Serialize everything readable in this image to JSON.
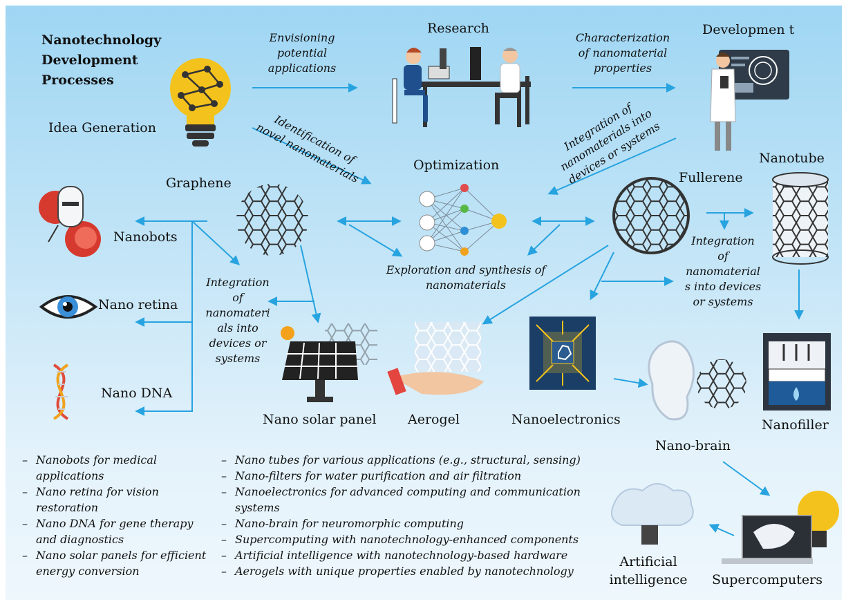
{
  "title": [
    "Nanotechnology",
    "Development",
    "Processes"
  ],
  "stages": {
    "idea": "Idea Generation",
    "research": "Research",
    "development": "Developmen t",
    "optimization": "Optimization"
  },
  "arrow_labels": {
    "envisioning": [
      "Envisioning",
      "potential",
      "applications"
    ],
    "characterization": [
      "Characterization",
      "of nanomaterial",
      "properties"
    ],
    "identification": [
      "Identification of",
      "novel nanomaterials"
    ],
    "integration_top": [
      "Integration of",
      "nanomaterials into",
      "devices or systems"
    ],
    "exploration": [
      "Exploration and synthesis of",
      "nanomaterials"
    ],
    "integration_left": [
      "Integration",
      "of",
      "nanomateri",
      "als into",
      "devices or",
      "systems"
    ],
    "integration_right": [
      "Integration",
      "of",
      "nanomaterial",
      "s into devices",
      "or systems"
    ]
  },
  "nanomaterials": {
    "graphene": "Graphene",
    "fullerene": "Fullerene",
    "nanotube": "Nanotube"
  },
  "applications": {
    "nanobots": "Nanobots",
    "nano_retina": "Nano retina",
    "nano_dna": "Nano DNA",
    "solar": "Nano solar panel",
    "aerogel": "Aerogel",
    "nanoelectronics": "Nanoelectronics",
    "nanofiller": "Nanofiller",
    "nano_brain": "Nano-brain",
    "ai": [
      "Artificial",
      "intelligence"
    ],
    "supercomputers": "Supercomputers"
  },
  "bullets_left": [
    [
      "Nanobots for medical",
      "applications"
    ],
    [
      "Nano retina for vision",
      "restoration"
    ],
    [
      "Nano DNA for gene therapy",
      "and diagnostics"
    ],
    [
      "Nano solar panels for efficient",
      "energy conversion"
    ]
  ],
  "bullets_right": [
    [
      "Nano tubes for various applications (e.g., structural, sensing)"
    ],
    [
      "Nano-filters for water purification and air filtration"
    ],
    [
      "Nanoelectronics for advanced computing and communication",
      "systems"
    ],
    [
      "Nano-brain for neuromorphic computing"
    ],
    [
      "Supercomputing with nanotechnology-enhanced components"
    ],
    [
      "Artificial intelligence with nanotechnology-based hardware"
    ],
    [
      "Aerogels with unique properties enabled by nanotechnology"
    ]
  ],
  "bullet_dash": "–",
  "colors": {
    "arrow": "#27a3e0",
    "background_top": "#9fd6f3",
    "background_bottom": "#eef7fc",
    "bulb": "#f4c21c"
  }
}
